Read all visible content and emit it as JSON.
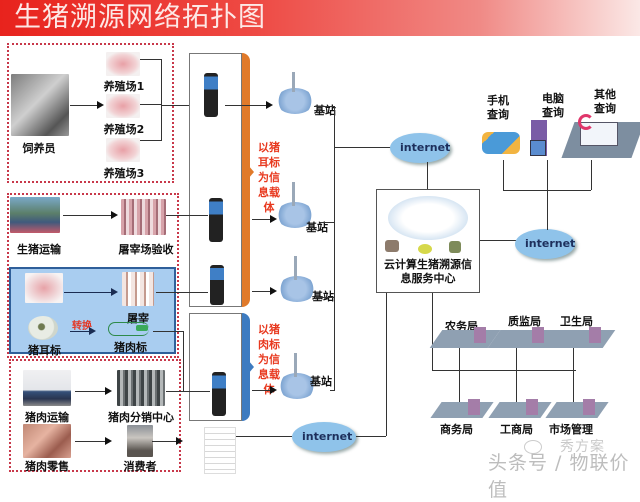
{
  "title": "生猪溯源网络拓扑图",
  "farming": {
    "feeder": "饲养员",
    "farms": [
      "养殖场1",
      "养殖场2",
      "养殖场3"
    ]
  },
  "slaughter": {
    "transport": "生猪运输",
    "acceptance": "屠宰场验收",
    "slaughter": "屠宰",
    "ear_tag": "猪耳标",
    "transfer": "转换",
    "meat_tag": "猪肉标"
  },
  "distribution": {
    "meat_transport": "猪肉运输",
    "distribution_center": "猪肉分销中心",
    "retail": "猪肉零售",
    "consumer": "消费者"
  },
  "carriers": {
    "ear_tag_carrier": "以猪耳标为信息载体",
    "meat_tag_carrier": "以猪肉标为信息载体"
  },
  "base_station_label": "基站",
  "internet_label": "internet",
  "cloud_center": "云计算生猪溯源信息服务中心",
  "queries": [
    "手机查询",
    "电脑查询",
    "其他查询"
  ],
  "departments_top": [
    "农务局",
    "质监局",
    "卫生局"
  ],
  "departments_bottom": [
    "商务局",
    "工商局",
    "市场管理"
  ],
  "watermark": {
    "brand": "秀方案",
    "source": "头条号 / 物联价值"
  },
  "colors": {
    "title_red": "#e8231d",
    "ear_brace": "#e07a2a",
    "meat_brace": "#3d7bc0",
    "carrier_text": "#e8391f",
    "cloud_blue": "#8fc3ea"
  }
}
